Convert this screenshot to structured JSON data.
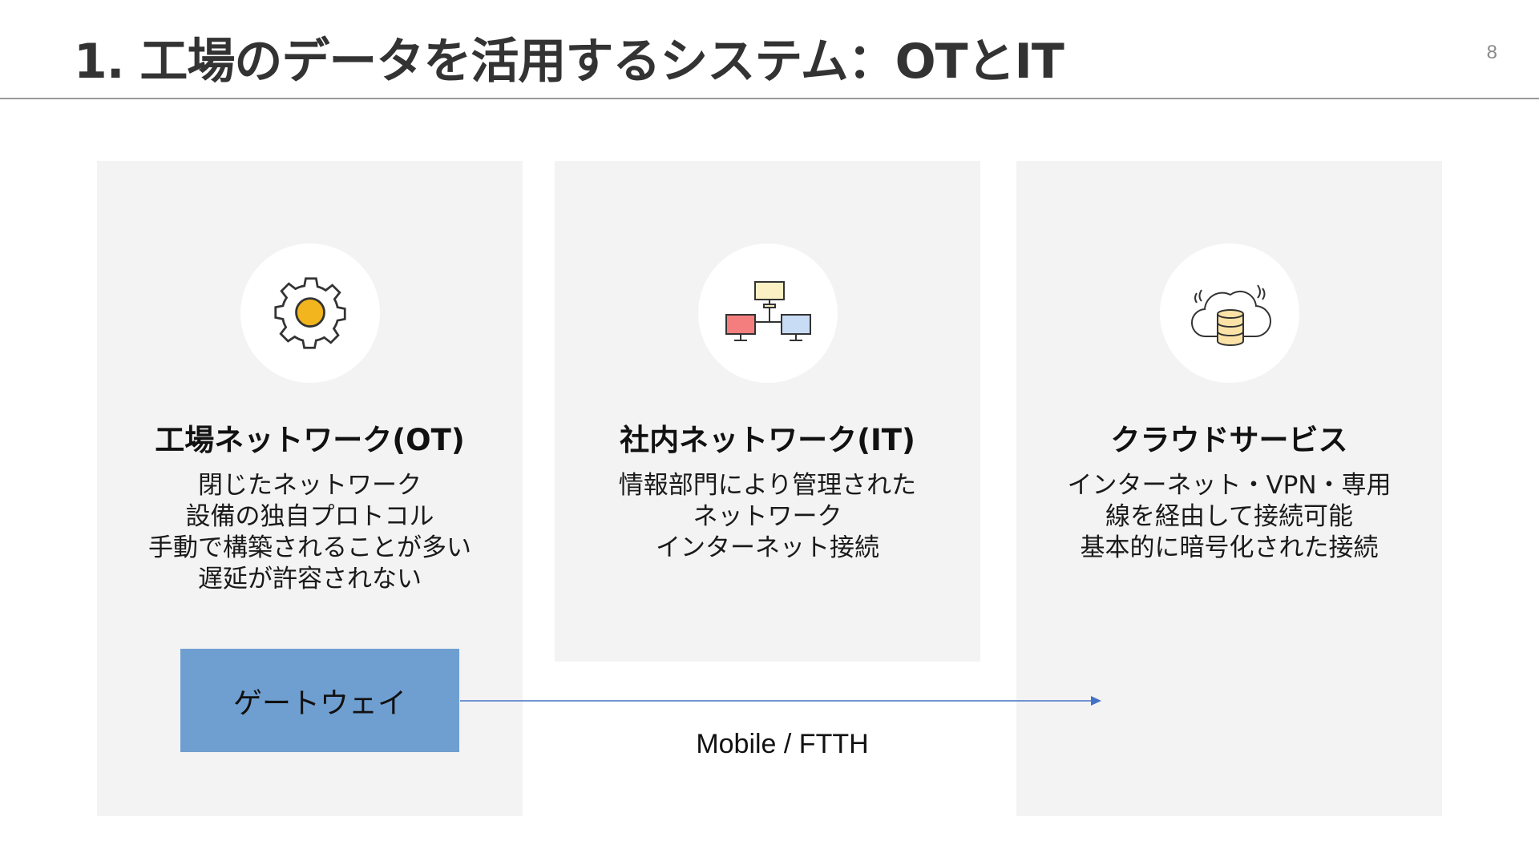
{
  "slide": {
    "title": "1. 工場のデータを活用するシステム：OTとIT",
    "page_number": "8"
  },
  "panels": {
    "ot": {
      "icon": "gear-icon",
      "title": "工場ネットワーク(OT)",
      "lines": [
        "閉じたネットワーク",
        "設備の独自プロトコル",
        "手動で構築されることが多い",
        "遅延が許容されない"
      ]
    },
    "it": {
      "icon": "network-computers-icon",
      "title": "社内ネットワーク(IT)",
      "lines": [
        "情報部門により管理された",
        "ネットワーク",
        "インターネット接続"
      ]
    },
    "cloud": {
      "icon": "cloud-database-icon",
      "title": "クラウドサービス",
      "lines": [
        "インターネット・VPN・専用",
        "線を経由して接続可能",
        "基本的に暗号化された接続"
      ]
    }
  },
  "gateway": {
    "label": "ゲートウェイ"
  },
  "connector": {
    "label": "Mobile / FTTH"
  },
  "colors": {
    "panel_bg": "#f3f3f3",
    "gateway_fill": "#6f9fd0",
    "arrow": "#4472c4",
    "gear_center": "#f2b51e"
  }
}
